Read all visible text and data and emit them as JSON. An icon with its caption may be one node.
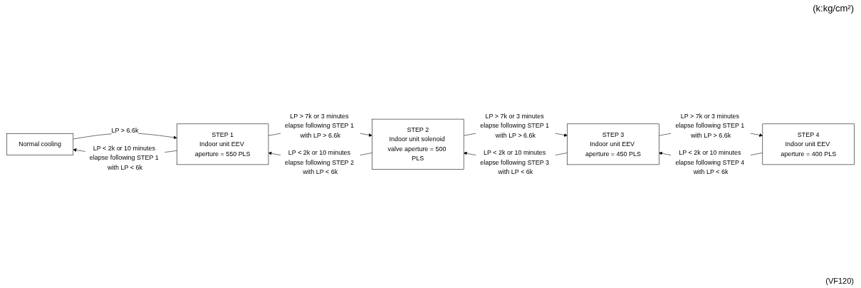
{
  "diagram": {
    "nodes": [
      {
        "text": [
          "Normal cooling"
        ]
      },
      {
        "text": [
          "STEP 1",
          "Indoor unit EEV aperture = 550 PLS"
        ]
      },
      {
        "text": [
          "STEP 2",
          "Indoor unit solenoid valve aperture = 500 PLS"
        ]
      },
      {
        "text": [
          "STEP 3",
          "Indoor unit EEV aperture = 450 PLS"
        ]
      },
      {
        "text": [
          "STEP 4",
          "Indoor unit EEV aperture = 400 PLS"
        ]
      }
    ],
    "edges": [
      {
        "from": 0,
        "to": 1,
        "arrow": "to",
        "label": "LP > 6.6k"
      },
      {
        "from": 1,
        "to": 0,
        "arrow": "to",
        "label": "LP < 2k or 10 minutes elapse following STEP 1 with LP < 6k"
      },
      {
        "from": 1,
        "to": 2,
        "arrow": "to",
        "label": "LP > 7k or 3 minutes elapse following STEP 1 with LP > 6.6k"
      },
      {
        "from": 2,
        "to": 1,
        "arrow": "to",
        "label": "LP < 2k or 10 minutes elapse following STEP 2 with LP < 6k"
      },
      {
        "from": 2,
        "to": 3,
        "arrow": "to",
        "label": "LP > 7k or 3 minutes elapse following STEP 1 with LP > 6.6k"
      },
      {
        "from": 3,
        "to": 2,
        "arrow": "to",
        "label": "LP < 2k or 10 minutes elapse following STEP 3 with LP < 6k"
      },
      {
        "from": 3,
        "to": 4,
        "arrow": "to",
        "label": "LP > 7k or 3 minutes elapse following STEP 1 with LP > 6.6k"
      },
      {
        "from": 4,
        "to": 3,
        "arrow": "to",
        "label": "LP < 2k or 10 minutes elapse following STEP 4 with LP < 6k"
      }
    ],
    "labels": [
      "(k:kg/cm²)",
      "(VF120)"
    ]
  }
}
